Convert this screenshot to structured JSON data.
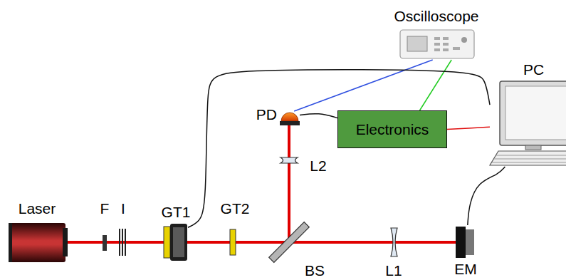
{
  "diagram": {
    "nodes": [
      {
        "text": [
          "Oscilloscope"
        ]
      },
      {
        "text": [
          "PD"
        ]
      },
      {
        "text": [
          "Electronics"
        ]
      },
      {
        "text": [
          "PC"
        ]
      },
      {
        "text": [
          "GT1"
        ]
      },
      {
        "text": [
          "EM"
        ]
      }
    ],
    "edges": [
      {
        "from": 1,
        "to": 0,
        "arrow": "none"
      },
      {
        "from": 1,
        "to": 2,
        "arrow": "none"
      },
      {
        "from": 2,
        "to": 0,
        "arrow": "none"
      },
      {
        "from": 2,
        "to": 3,
        "arrow": "none"
      },
      {
        "from": 4,
        "to": 3,
        "arrow": "none"
      },
      {
        "from": 5,
        "to": 3,
        "arrow": "none"
      }
    ],
    "labels": [
      "Laser",
      "F",
      "I",
      "GT2",
      "L2",
      "BS",
      "L1"
    ]
  }
}
